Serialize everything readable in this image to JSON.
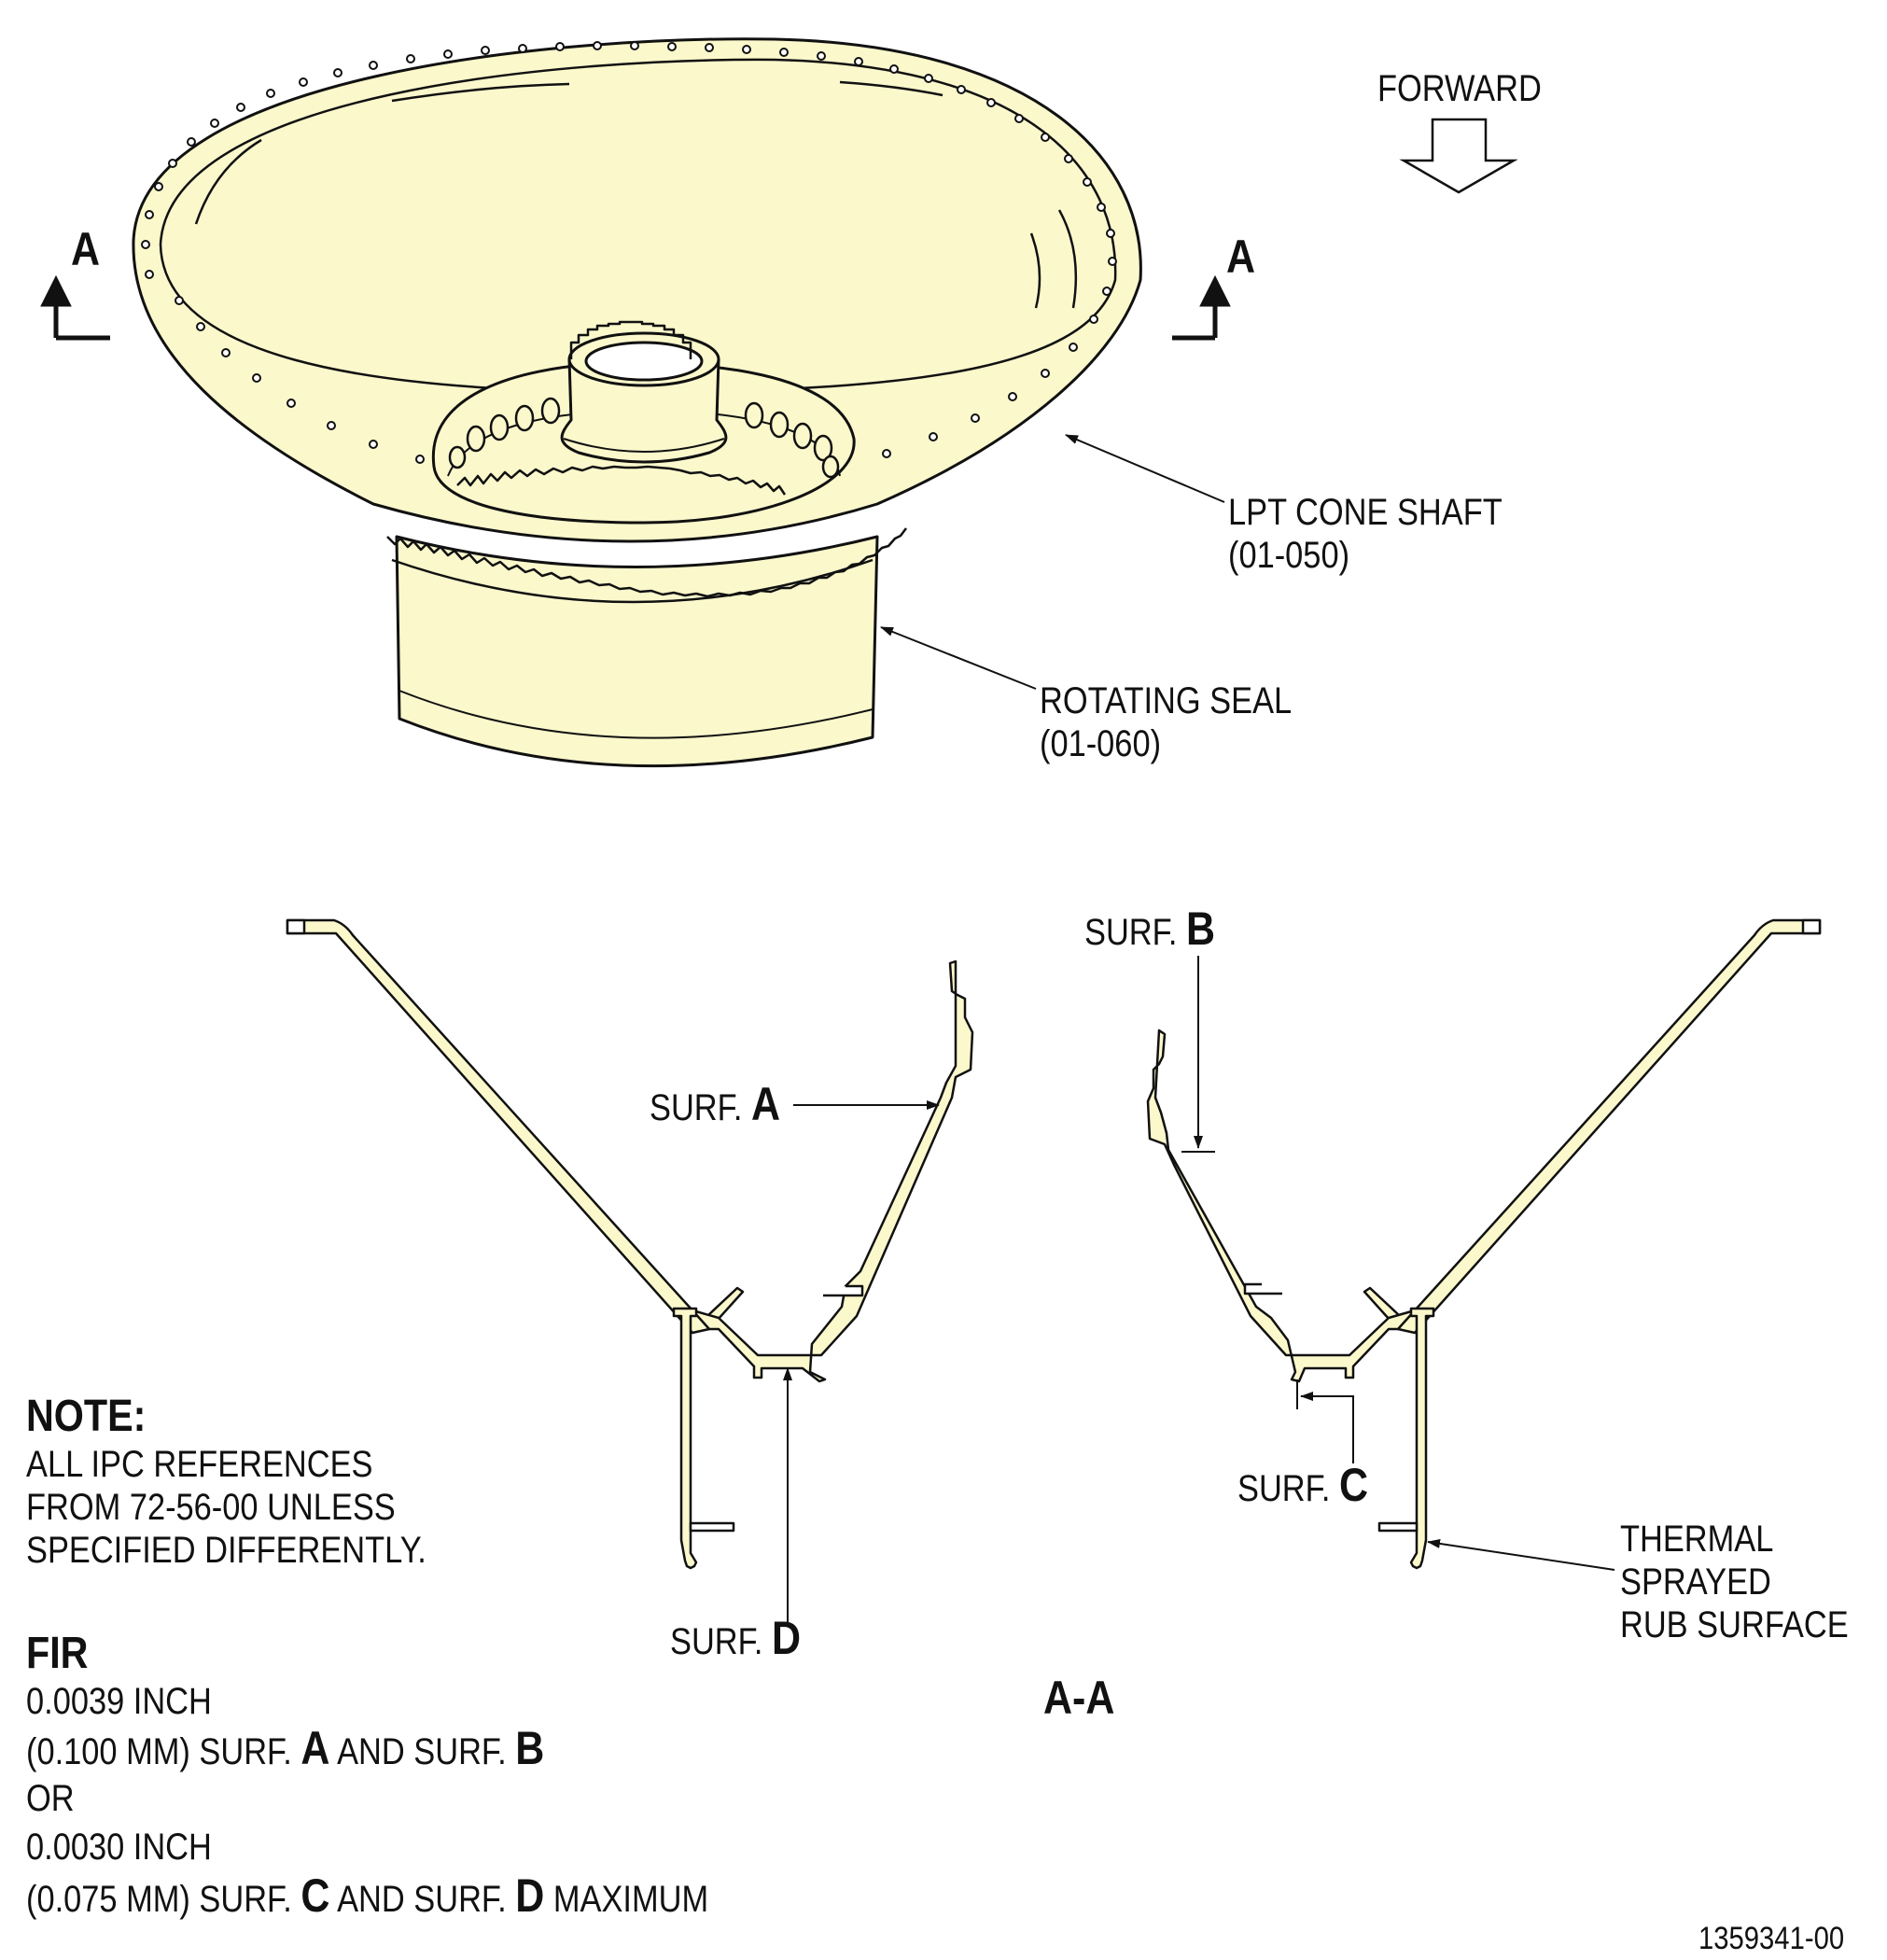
{
  "colors": {
    "part_fill": "#fbf8cc",
    "line": "#111111",
    "background": "#ffffff"
  },
  "labels": {
    "forward": "FORWARD",
    "section_marker": "A",
    "lpt_cone_shaft": "LPT CONE SHAFT",
    "lpt_cone_shaft_ref": "(01-050)",
    "rotating_seal": "ROTATING SEAL",
    "rotating_seal_ref": "(01-060)",
    "surf_prefix": "SURF.",
    "surf_a": "A",
    "surf_b": "B",
    "surf_c": "C",
    "surf_d": "D",
    "thermal_line1": "THERMAL",
    "thermal_line2": "SPRAYED",
    "thermal_line3": "RUB SURFACE",
    "section_view": "A-A",
    "figure_id": "1359341-00"
  },
  "note": {
    "heading": "NOTE:",
    "lines": [
      "ALL IPC REFERENCES",
      "FROM 72-56-00 UNLESS",
      "SPECIFIED DIFFERENTLY."
    ]
  },
  "fir": {
    "heading": "FIR",
    "line1": "0.0039 INCH",
    "line2_pre": "(0.100 MM) SURF.",
    "line2_a": "A",
    "line2_mid": "AND SURF.",
    "line2_b": "B",
    "line3": "OR",
    "line4": "0.0030 INCH",
    "line5_pre": "(0.075 MM) SURF.",
    "line5_c": "C",
    "line5_mid": "AND SURF.",
    "line5_d": "D",
    "line5_post": "MAXIMUM"
  }
}
